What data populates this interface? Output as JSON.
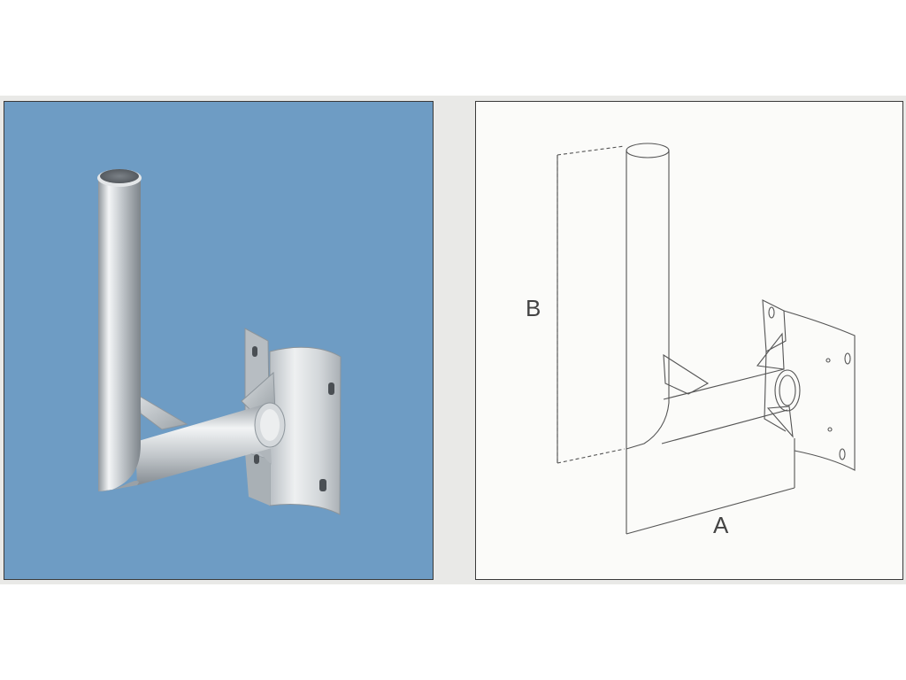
{
  "figure": {
    "left_panel": {
      "view": "rendered",
      "background_color": "#6e9cc4",
      "metal_color": "#c8cdd2"
    },
    "right_panel": {
      "view": "line-drawing",
      "background_color": "#fbfbf9",
      "line_color": "#555555",
      "dimensions": {
        "a_label": "A",
        "b_label": "B"
      }
    }
  }
}
